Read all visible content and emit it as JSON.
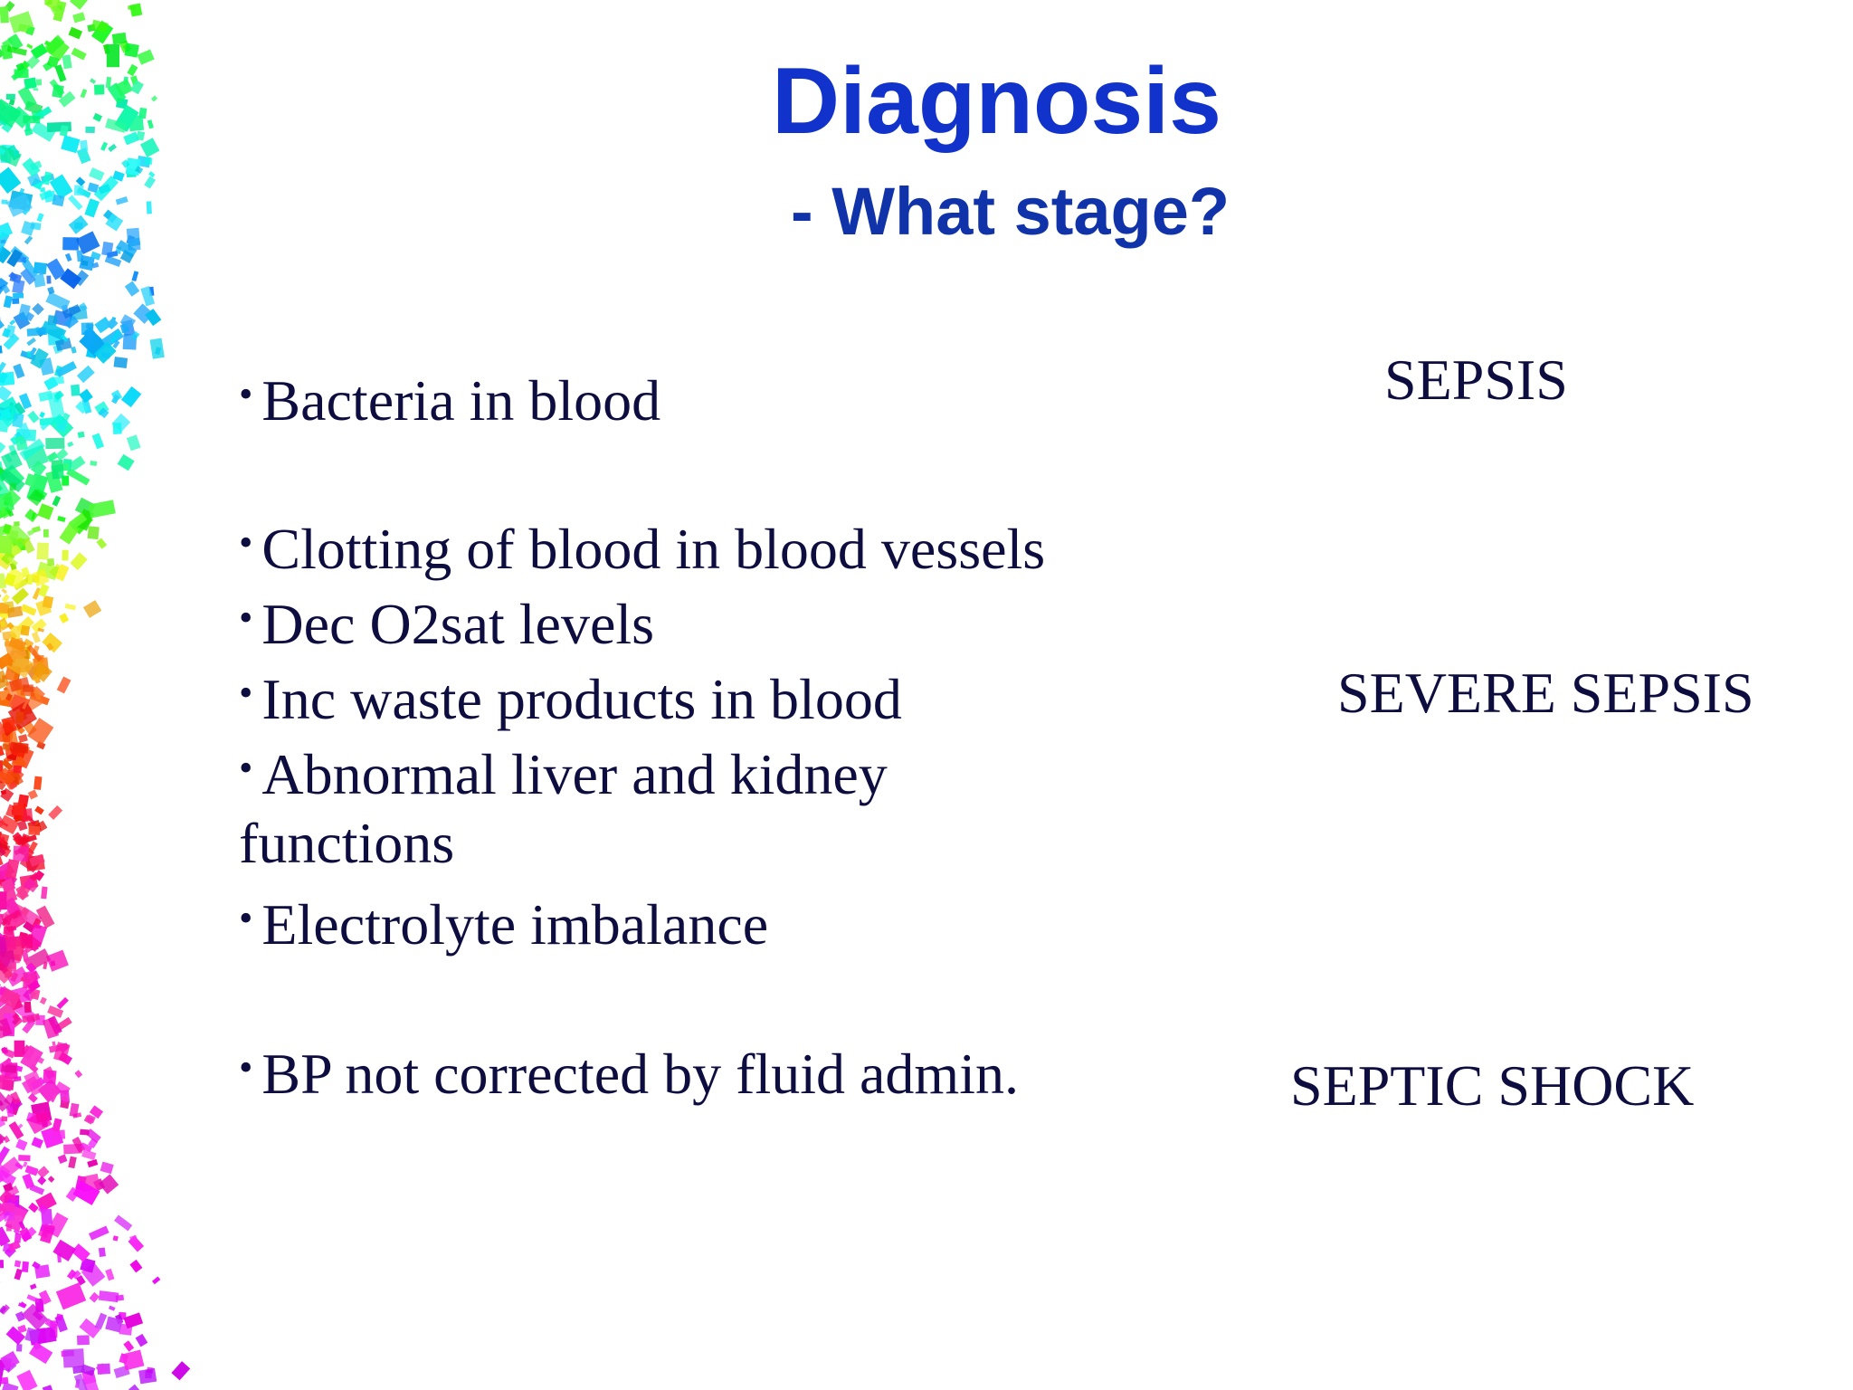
{
  "slide": {
    "title": "Diagnosis",
    "subtitle": "- What stage?",
    "bullet_glyph": "•",
    "criteria": [
      "Bacteria in blood",
      "Clotting of blood in blood vessels",
      "Dec O2sat levels",
      "Inc waste products in blood",
      "Abnormal liver and kidney",
      "functions",
      "Electrolyte imbalance",
      "BP not corrected by fluid admin."
    ],
    "stages": [
      "SEPSIS",
      "SEVERE SEPSIS",
      "SEPTIC SHOCK"
    ]
  },
  "colors": {
    "title": "#1133cc",
    "body_text": "#0d0d40",
    "background": "#ffffff"
  },
  "decoration": {
    "icon": "rainbow-confetti-border-icon"
  }
}
